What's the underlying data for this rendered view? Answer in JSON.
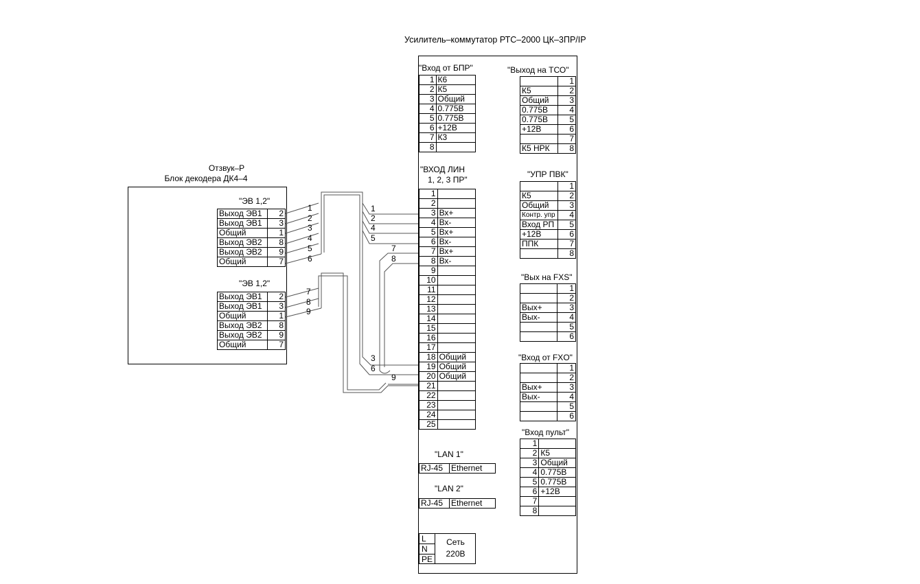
{
  "title": "Усилитель–коммутатор РТС–2000 ЦК–3ПР/IP",
  "device": {
    "name": "Отзвук–Р",
    "unit": "Блок декодера ДК4–4",
    "block1": {
      "title": "\"ЭВ 1,2\"",
      "rows": [
        {
          "label": "Выход ЭВ1",
          "pin": "2"
        },
        {
          "label": "Выход ЭВ1",
          "pin": "3"
        },
        {
          "label": "Общий",
          "pin": "1"
        },
        {
          "label": "Выход ЭВ2",
          "pin": "8"
        },
        {
          "label": "Выход ЭВ2",
          "pin": "9"
        },
        {
          "label": "Общий",
          "pin": "7"
        }
      ]
    },
    "block2": {
      "title": "\"ЭВ 1,2\"",
      "rows": [
        {
          "label": "Выход ЭВ1",
          "pin": "2"
        },
        {
          "label": "Выход ЭВ1",
          "pin": "3"
        },
        {
          "label": "Общий",
          "pin": "1"
        },
        {
          "label": "Выход ЭВ2",
          "pin": "8"
        },
        {
          "label": "Выход ЭВ2",
          "pin": "9"
        },
        {
          "label": "Общий",
          "pin": "7"
        }
      ]
    }
  },
  "wire_labels": {
    "left": [
      "1",
      "2",
      "3",
      "4",
      "5",
      "6",
      "7",
      "8",
      "9"
    ],
    "right": [
      "1",
      "2",
      "4",
      "5",
      "7",
      "8",
      "3",
      "6",
      "9"
    ]
  },
  "bpr": {
    "title": "\"Вход от БПР\"",
    "rows": [
      {
        "pin": "1",
        "label": "К6"
      },
      {
        "pin": "2",
        "label": "К5"
      },
      {
        "pin": "3",
        "label": "Общий"
      },
      {
        "pin": "4",
        "label": "0.775В"
      },
      {
        "pin": "5",
        "label": "0.775В"
      },
      {
        "pin": "6",
        "label": "+12В"
      },
      {
        "pin": "7",
        "label": "К3"
      },
      {
        "pin": "8",
        "label": ""
      }
    ]
  },
  "lin": {
    "title_line1": "\"ВХОД ЛИН",
    "title_line2": "1, 2, 3 ПР\"",
    "rows": [
      {
        "pin": "1",
        "label": ""
      },
      {
        "pin": "2",
        "label": ""
      },
      {
        "pin": "3",
        "label": "Вх+"
      },
      {
        "pin": "4",
        "label": "Вх-"
      },
      {
        "pin": "5",
        "label": "Вх+"
      },
      {
        "pin": "6",
        "label": "Вх-"
      },
      {
        "pin": "7",
        "label": "Вх+"
      },
      {
        "pin": "8",
        "label": "Вх-"
      },
      {
        "pin": "9",
        "label": ""
      },
      {
        "pin": "10",
        "label": ""
      },
      {
        "pin": "11",
        "label": ""
      },
      {
        "pin": "12",
        "label": ""
      },
      {
        "pin": "13",
        "label": ""
      },
      {
        "pin": "14",
        "label": ""
      },
      {
        "pin": "15",
        "label": ""
      },
      {
        "pin": "16",
        "label": ""
      },
      {
        "pin": "17",
        "label": ""
      },
      {
        "pin": "18",
        "label": "Общий"
      },
      {
        "pin": "19",
        "label": "Общий"
      },
      {
        "pin": "20",
        "label": "Общий"
      },
      {
        "pin": "21",
        "label": ""
      },
      {
        "pin": "22",
        "label": ""
      },
      {
        "pin": "23",
        "label": ""
      },
      {
        "pin": "24",
        "label": ""
      },
      {
        "pin": "25",
        "label": ""
      }
    ]
  },
  "lan1": {
    "title": "\"LAN 1\"",
    "type": "RJ-45",
    "label": "Ethernet"
  },
  "lan2": {
    "title": "\"LAN 2\"",
    "type": "RJ-45",
    "label": "Ethernet"
  },
  "power": {
    "pins": [
      "L",
      "N",
      "PE"
    ],
    "line1": "Сеть",
    "line2": "220В"
  },
  "tso": {
    "title": "\"Выход на ТСО\"",
    "rows": [
      {
        "label": "",
        "pin": "1"
      },
      {
        "label": "К5",
        "pin": "2"
      },
      {
        "label": "Общий",
        "pin": "3"
      },
      {
        "label": "0.775В",
        "pin": "4"
      },
      {
        "label": "0.775В",
        "pin": "5"
      },
      {
        "label": "+12В",
        "pin": "6"
      },
      {
        "label": "",
        "pin": "7"
      },
      {
        "label": "К5 НРК",
        "pin": "8"
      }
    ]
  },
  "pvk": {
    "title": "\"УПР ПВК\"",
    "rows": [
      {
        "label": "",
        "pin": "1"
      },
      {
        "label": "К5",
        "pin": "2"
      },
      {
        "label": "Общий",
        "pin": "3"
      },
      {
        "label": "Контр. упр",
        "pin": "4"
      },
      {
        "label": "Вход РП",
        "pin": "5"
      },
      {
        "label": "+12В",
        "pin": "6"
      },
      {
        "label": "ППК",
        "pin": "7"
      },
      {
        "label": "",
        "pin": "8"
      }
    ]
  },
  "fxs": {
    "title": "\"Вых на FXS\"",
    "rows": [
      {
        "label": "",
        "pin": "1"
      },
      {
        "label": "",
        "pin": "2"
      },
      {
        "label": "Вых+",
        "pin": "3"
      },
      {
        "label": "Вых-",
        "pin": "4"
      },
      {
        "label": "",
        "pin": "5"
      },
      {
        "label": "",
        "pin": "6"
      }
    ]
  },
  "fxo": {
    "title": "\"Вход от FXO\"",
    "rows": [
      {
        "label": "",
        "pin": "1"
      },
      {
        "label": "",
        "pin": "2"
      },
      {
        "label": "Вых+",
        "pin": "3"
      },
      {
        "label": "Вых-",
        "pin": "4"
      },
      {
        "label": "",
        "pin": "5"
      },
      {
        "label": "",
        "pin": "6"
      }
    ]
  },
  "pult": {
    "title": "\"Вход пульт\"",
    "rows": [
      {
        "pin": "1",
        "label": ""
      },
      {
        "pin": "2",
        "label": "К5"
      },
      {
        "pin": "3",
        "label": "Общий"
      },
      {
        "pin": "4",
        "label": "0.775В"
      },
      {
        "pin": "5",
        "label": "0.775В"
      },
      {
        "pin": "6",
        "label": "+12В"
      },
      {
        "pin": "7",
        "label": ""
      },
      {
        "pin": "8",
        "label": ""
      }
    ]
  }
}
